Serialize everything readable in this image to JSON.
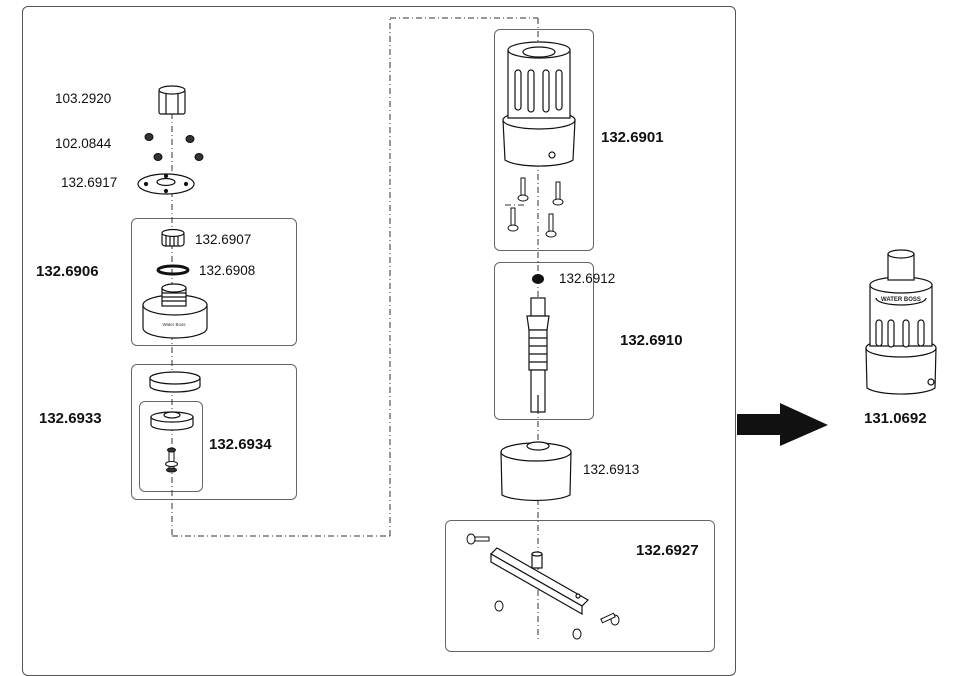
{
  "parts": {
    "p1032920": "103.2920",
    "p1020844": "102.0844",
    "p1326917": "132.6917",
    "p1326907": "132.6907",
    "p1326908": "132.6908",
    "p1326906": "132.6906",
    "p1326933": "132.6933",
    "p1326934": "132.6934",
    "p1326901": "132.6901",
    "p1326912": "132.6912",
    "p1326910": "132.6910",
    "p1326913": "132.6913",
    "p1326927": "132.6927",
    "p1310692": "131.0692"
  },
  "engraving": {
    "base_text": "Water Boss",
    "assembly_text": "WATER BOSS"
  },
  "arrow_color": "#111111"
}
